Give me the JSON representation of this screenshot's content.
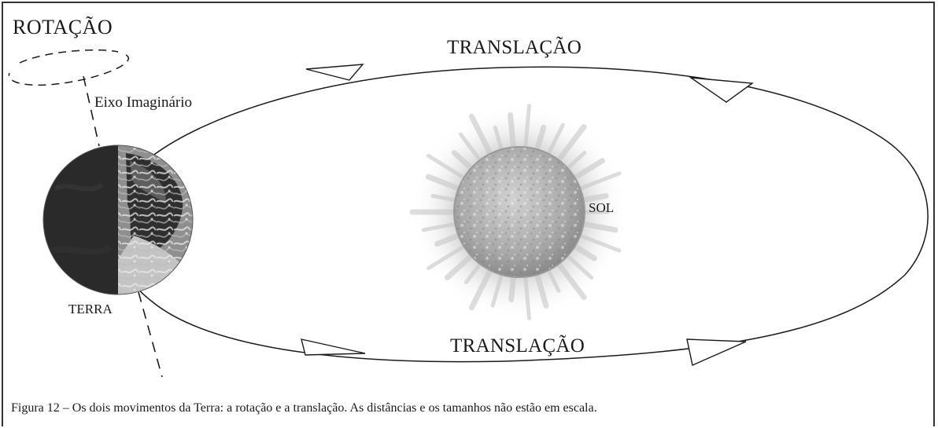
{
  "labels": {
    "rotation_title": "ROTAÇÃO",
    "translation_top": "TRANSLAÇÃO",
    "translation_bottom": "TRANSLAÇÃO",
    "axis": "Eixo Imaginário",
    "earth": "TERRA",
    "sun": "SOL"
  },
  "caption": "Figura 12 – Os dois movimentos da Terra: a rotação e a translação. As distâncias e os tamanhos não estão em escala.",
  "icons": [
    "earth-icon",
    "sun-icon",
    "orbit-direction-arrow-icon",
    "rotation-ellipse-icon"
  ],
  "colors": {
    "line": "#1a1a1a",
    "earth_dark": "#2a2a2a",
    "sun_glow": "#bcbcbc"
  }
}
